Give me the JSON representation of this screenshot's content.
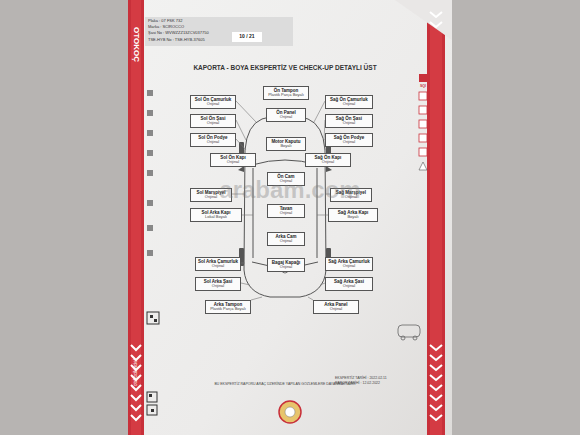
{
  "diagram": {
    "title": "KAPORTA - BOYA EKSPERTİZ VE CHECK-UP DETAYLI ÜST",
    "nodes": [
      {
        "text": [
          "Ön Tampon",
          "Plastik Parça Boyalı"
        ]
      },
      {
        "text": [
          "Sol Ön Çamurluk",
          "Orijinal"
        ]
      },
      {
        "text": [
          "Sağ Ön Çamurluk",
          "Orijinal"
        ]
      },
      {
        "text": [
          "Ön Panel",
          "Orijinal"
        ]
      },
      {
        "text": [
          "Sol Ön Şasi",
          "Orijinal"
        ]
      },
      {
        "text": [
          "Sağ Ön Şasi",
          "Orijinal"
        ]
      },
      {
        "text": [
          "Sol Ön Podye",
          "Orijinal"
        ]
      },
      {
        "text": [
          "Sağ Ön Podye",
          "Orijinal"
        ]
      },
      {
        "text": [
          "Motor Kaputu",
          "Boyalı"
        ]
      },
      {
        "text": [
          "Sol Ön Kapı",
          "Orijinal"
        ]
      },
      {
        "text": [
          "Sağ Ön Kapı",
          "Orijinal"
        ]
      },
      {
        "text": [
          "Ön Cam",
          "Orijinal"
        ]
      },
      {
        "text": [
          "Sol Marşpiyel",
          "Orijinal"
        ]
      },
      {
        "text": [
          "Sağ Marşpiyel",
          "Orijinal"
        ]
      },
      {
        "text": [
          "Sol Arka Kapı",
          "Lokal Boyalı"
        ]
      },
      {
        "text": [
          "Sağ Arka Kapı",
          "Boyalı"
        ]
      },
      {
        "text": [
          "Tavan",
          "Orijinal"
        ]
      },
      {
        "text": [
          "Arka Cam",
          "Orijinal"
        ]
      },
      {
        "text": [
          "Sol Arka Çamurluk",
          "Orijinal"
        ]
      },
      {
        "text": [
          "Sağ Arka Çamurluk",
          "Orijinal"
        ]
      },
      {
        "text": [
          "Bagaj Kapağı",
          "Orijinal"
        ]
      },
      {
        "text": [
          "Sol Arka Şasi",
          "Orijinal"
        ]
      },
      {
        "text": [
          "Sağ Arka Şasi",
          "Orijinal"
        ]
      },
      {
        "text": [
          "Arka Tampon",
          "Plastik Parça Boyalı"
        ]
      },
      {
        "text": [
          "Arka Panel",
          "Orijinal"
        ]
      }
    ],
    "labels": [
      "Plaka : 07 FSK 732",
      "Marka : SCIROCCO",
      "Şasi No : WVWZZZ13ZCV037750",
      "TSE-HYB No : TSE-HYB-37605",
      "10 / 21",
      "arabam.com",
      "OTOKOÇ",
      "otokocikinciel",
      "BU EKSPERTİZ RAPORU ARAÇ ÜZERİNDE YAPILAN GÖZLEMLERE DAYANMAKTADIR",
      "EKSPERTİZ TARİHİ : 2022.02.11",
      "RAPOR TARİHİ : 12.02.2022",
      "SQI"
    ]
  }
}
